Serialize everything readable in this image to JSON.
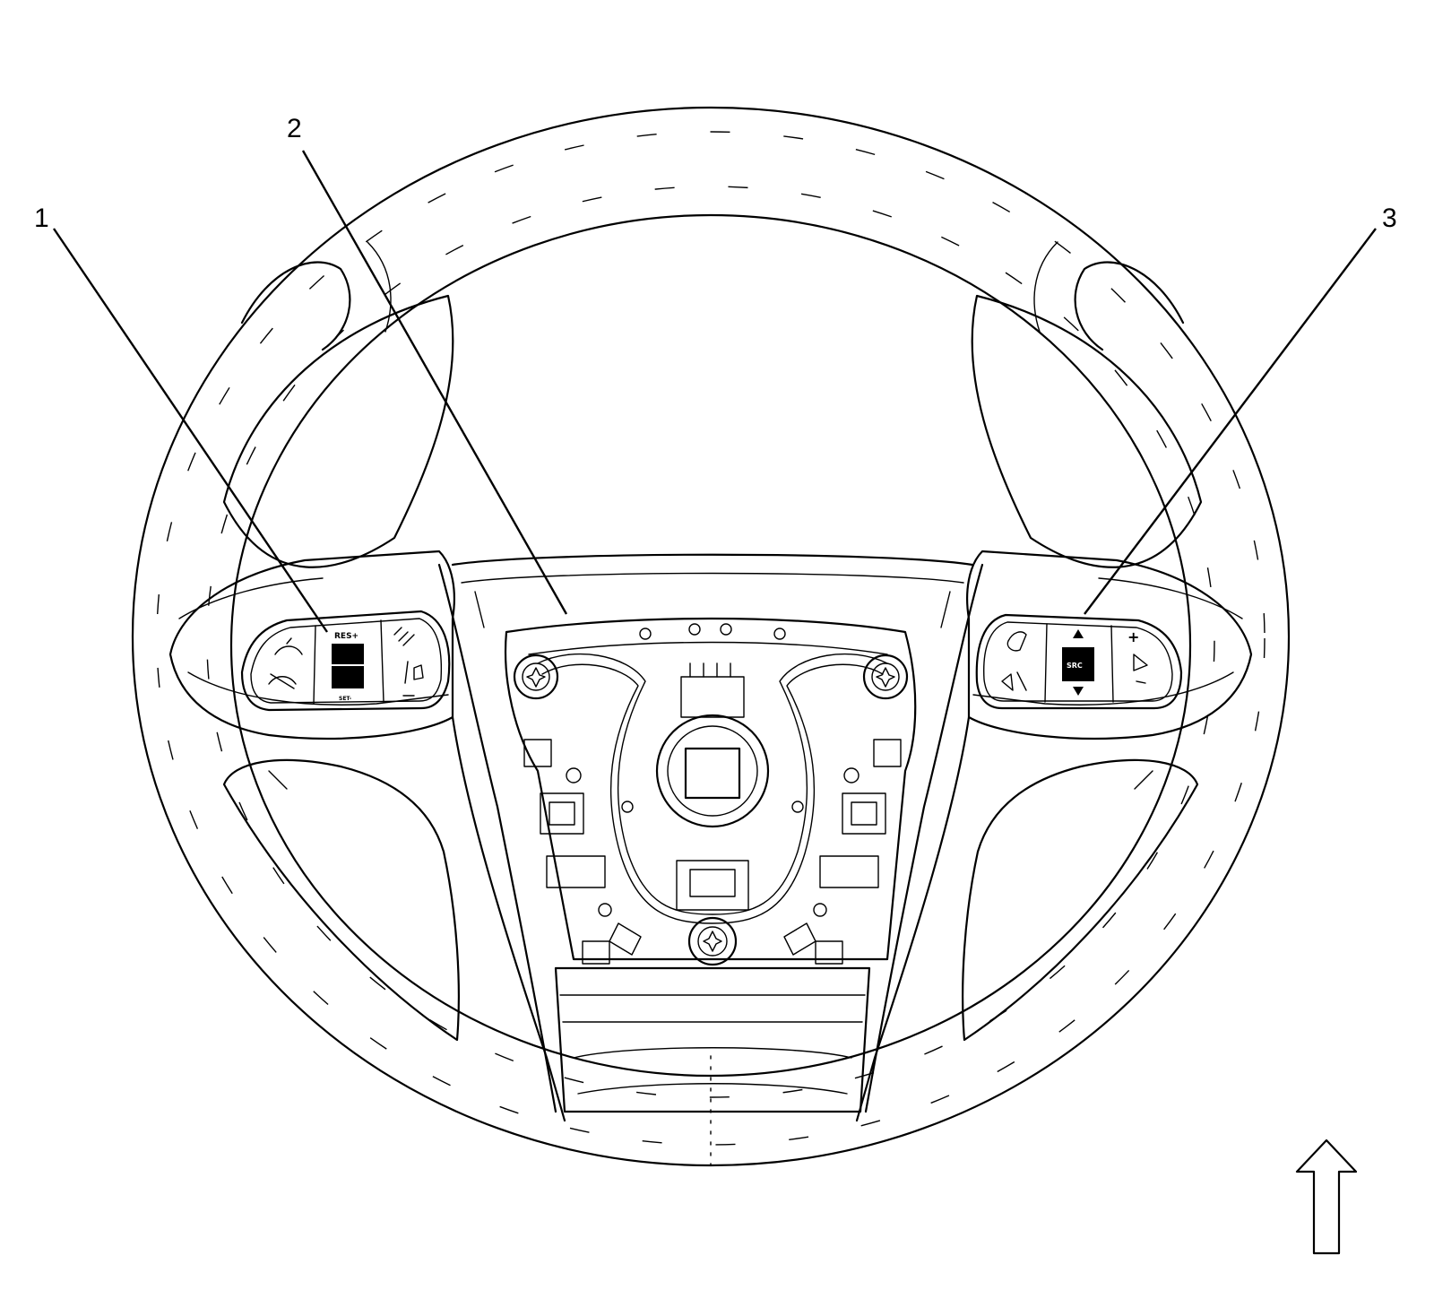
{
  "callouts": [
    {
      "id": "1",
      "label": "1"
    },
    {
      "id": "2",
      "label": "2"
    },
    {
      "id": "3",
      "label": "3"
    }
  ],
  "left_switch": {
    "button_text": "RES+",
    "sub_text": "SET-"
  },
  "right_switch": {
    "button_text": "SRC"
  },
  "orientation": {
    "icon": "arrow-up-icon"
  },
  "colors": {
    "line": "#000000",
    "background": "#ffffff"
  }
}
